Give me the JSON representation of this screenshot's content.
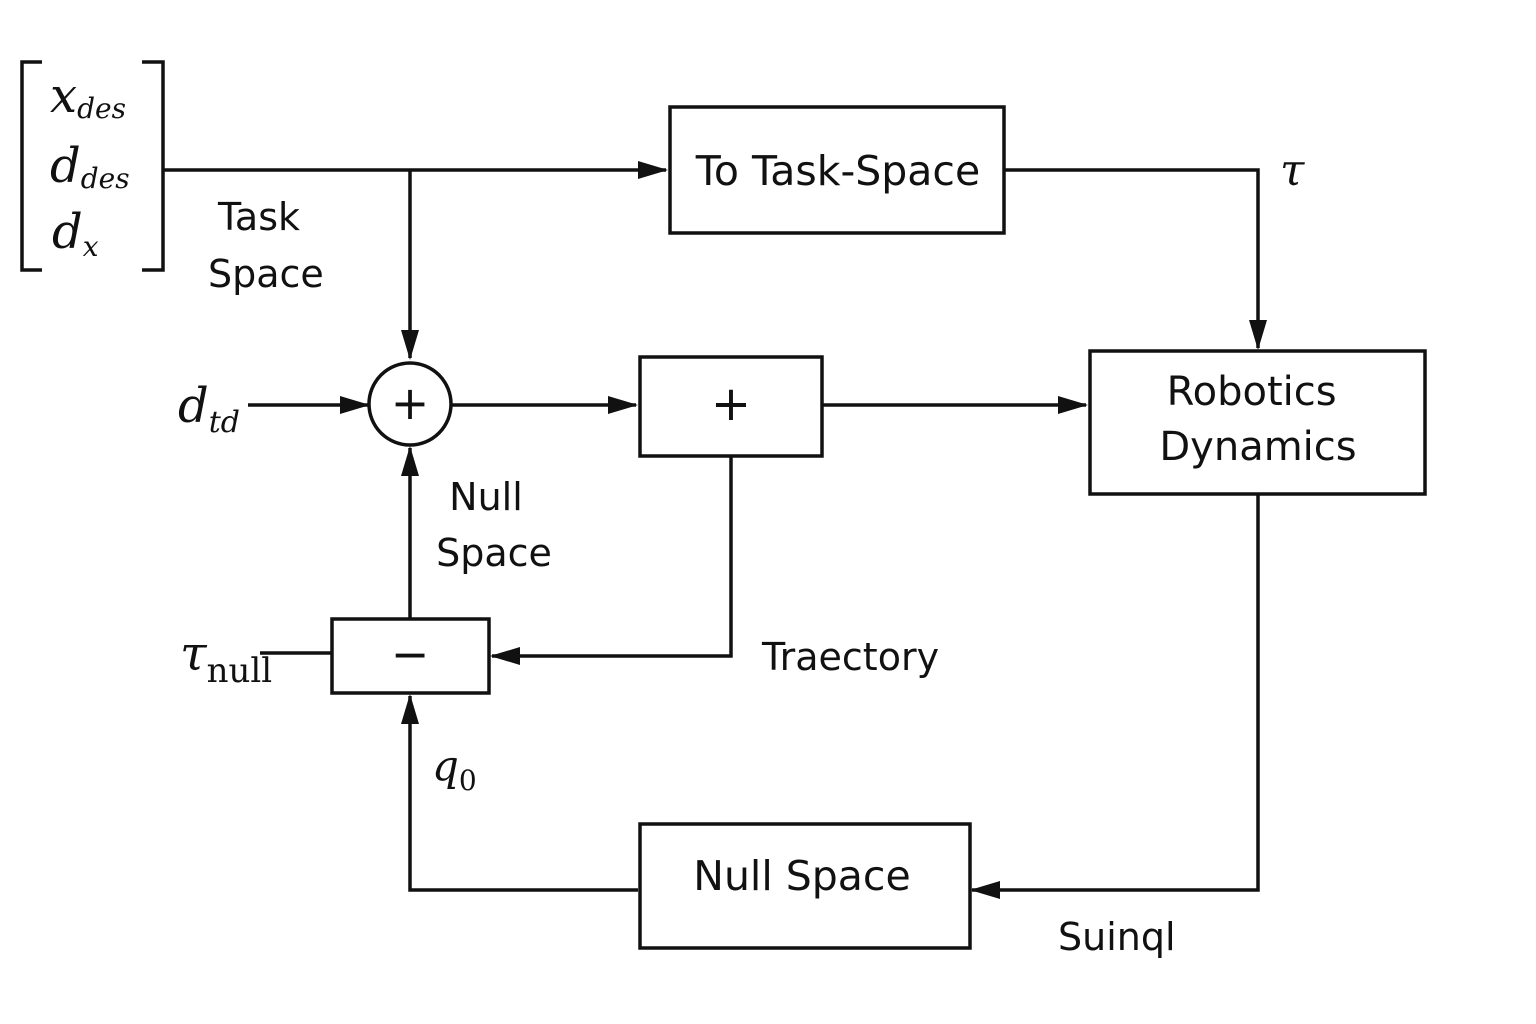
{
  "inputs": {
    "vector": {
      "row1_base": "x",
      "row1_sub": "des",
      "row2_base": "d",
      "row2_sub": "des",
      "row3_base": "d",
      "row3_sub": "x"
    },
    "d_td_base": "d",
    "d_td_sub": "td",
    "tau_null_base": "τ",
    "tau_null_sub": "null"
  },
  "labels": {
    "task_space_line1": "Task",
    "task_space_line2": "Space",
    "null_space_line1": "Null",
    "null_space_line2": "Space",
    "trajectory": "Traectory",
    "signal": "Suinql",
    "tau": "τ",
    "q0_base": "q",
    "q0_sub": "0"
  },
  "blocks": {
    "to_task_space": "To Task-Space",
    "robotics_dynamics_line1": "Robotics",
    "robotics_dynamics_line2": "Dynamics",
    "null_space": "Null Space",
    "plus_block": "+",
    "minus_block": "−",
    "summing_junction": "+"
  }
}
